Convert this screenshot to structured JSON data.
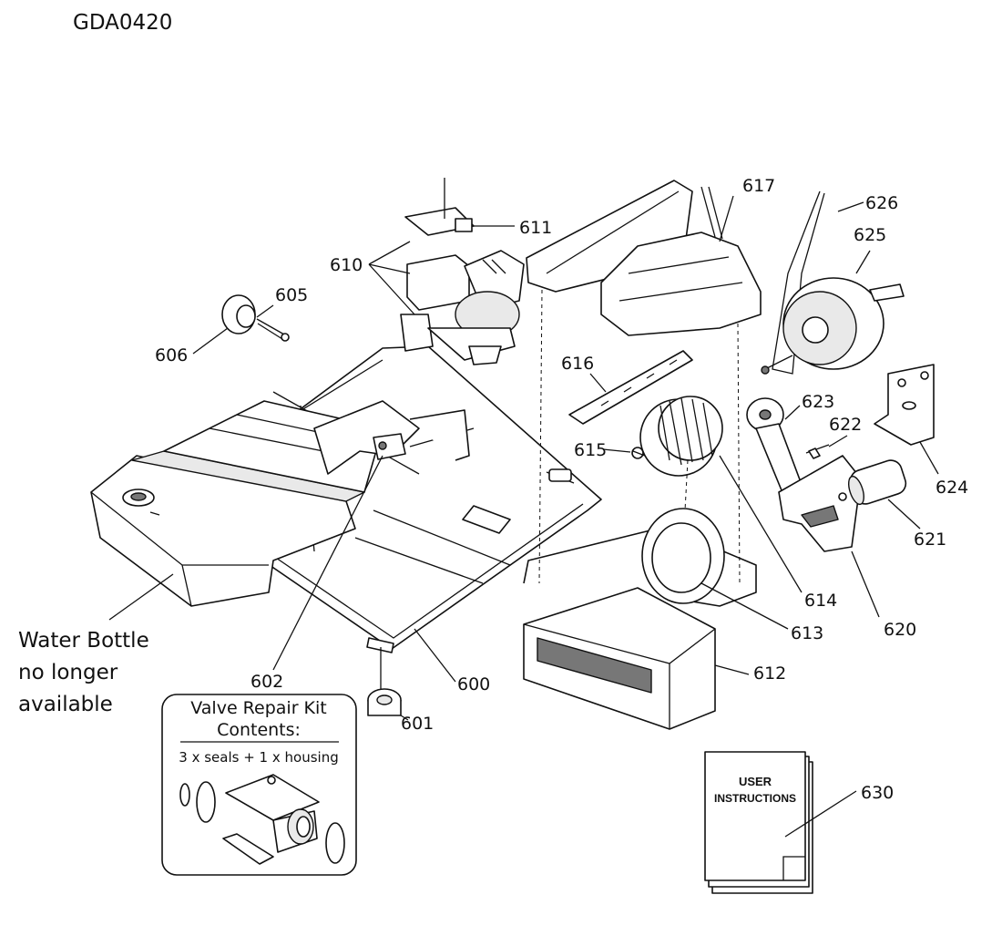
{
  "doc_code": "GDA0420",
  "parts": [
    {
      "id": "p600",
      "label": "600"
    },
    {
      "id": "p601",
      "label": "601"
    },
    {
      "id": "p602",
      "label": "602"
    },
    {
      "id": "p605",
      "label": "605"
    },
    {
      "id": "p606",
      "label": "606"
    },
    {
      "id": "p610",
      "label": "610"
    },
    {
      "id": "p611",
      "label": "611"
    },
    {
      "id": "p612",
      "label": "612"
    },
    {
      "id": "p613",
      "label": "613"
    },
    {
      "id": "p614",
      "label": "614"
    },
    {
      "id": "p615",
      "label": "615"
    },
    {
      "id": "p616",
      "label": "616"
    },
    {
      "id": "p617",
      "label": "617"
    },
    {
      "id": "p620",
      "label": "620"
    },
    {
      "id": "p621",
      "label": "621"
    },
    {
      "id": "p622",
      "label": "622"
    },
    {
      "id": "p623",
      "label": "623"
    },
    {
      "id": "p624",
      "label": "624"
    },
    {
      "id": "p625",
      "label": "625"
    },
    {
      "id": "p626",
      "label": "626"
    },
    {
      "id": "p630",
      "label": "630"
    }
  ],
  "water_bottle_note": [
    "Water Bottle",
    "no longer",
    "available"
  ],
  "valve_kit": {
    "title_line1": "Valve Repair Kit",
    "title_line2": "Contents:",
    "contents": "3 x seals  +  1 x housing"
  },
  "manual_cover": [
    "USER",
    "INSTRUCTIONS"
  ]
}
